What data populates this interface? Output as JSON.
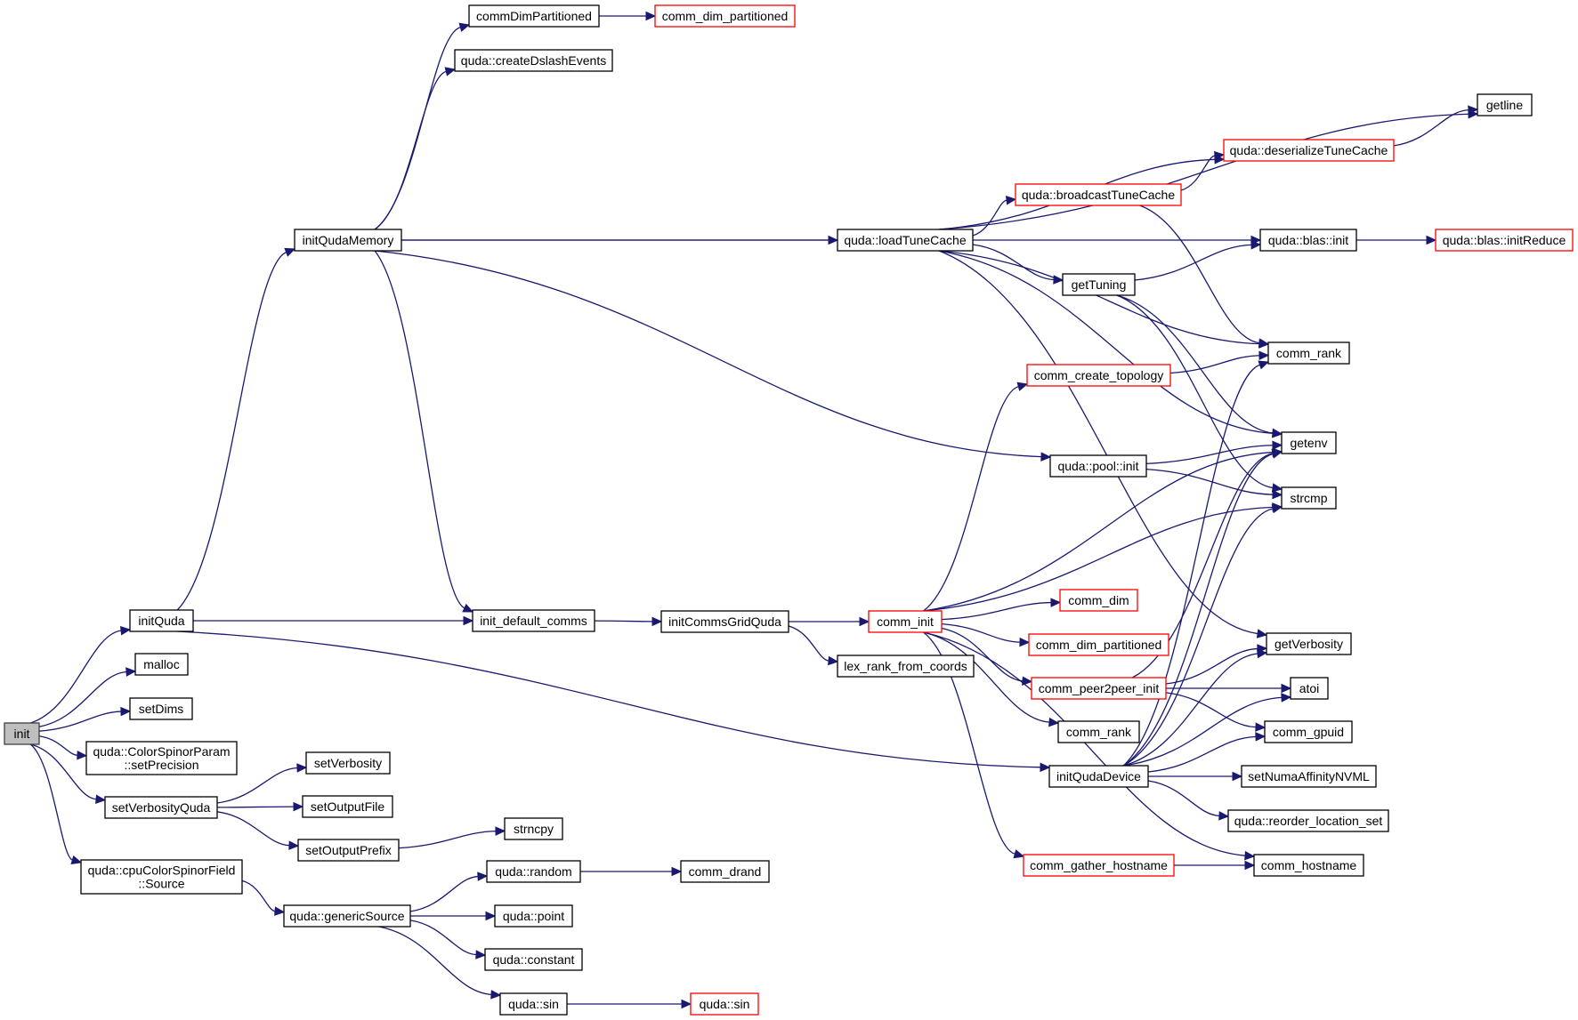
{
  "diagram": {
    "title": "init call graph",
    "colors": {
      "edge": "#191970",
      "root_fill": "#bfbfbf",
      "external_border": "#ff0000",
      "node_border": "#000000"
    },
    "nodes": [
      {
        "id": "init",
        "label": [
          "init"
        ],
        "kind": "root"
      },
      {
        "id": "initQuda",
        "label": [
          "initQuda"
        ],
        "kind": "normal"
      },
      {
        "id": "malloc",
        "label": [
          "malloc"
        ],
        "kind": "normal"
      },
      {
        "id": "setDims",
        "label": [
          "setDims"
        ],
        "kind": "normal"
      },
      {
        "id": "setPrecision",
        "label": [
          "quda::ColorSpinorParam",
          "::setPrecision"
        ],
        "kind": "normal"
      },
      {
        "id": "setVerbosityQuda",
        "label": [
          "setVerbosityQuda"
        ],
        "kind": "normal"
      },
      {
        "id": "cpuSource",
        "label": [
          "quda::cpuColorSpinorField",
          "::Source"
        ],
        "kind": "normal"
      },
      {
        "id": "initQudaMemory",
        "label": [
          "initQudaMemory"
        ],
        "kind": "normal"
      },
      {
        "id": "commDimPartitioned",
        "label": [
          "commDimPartitioned"
        ],
        "kind": "normal"
      },
      {
        "id": "comm_dim_partitioned_top",
        "label": [
          "comm_dim_partitioned"
        ],
        "kind": "external"
      },
      {
        "id": "createDslashEvents",
        "label": [
          "quda::createDslashEvents"
        ],
        "kind": "normal"
      },
      {
        "id": "loadTuneCache",
        "label": [
          "quda::loadTuneCache"
        ],
        "kind": "normal"
      },
      {
        "id": "getline",
        "label": [
          "getline"
        ],
        "kind": "normal"
      },
      {
        "id": "deserializeTuneCache",
        "label": [
          "quda::deserializeTuneCache"
        ],
        "kind": "external"
      },
      {
        "id": "broadcastTuneCache",
        "label": [
          "quda::broadcastTuneCache"
        ],
        "kind": "external"
      },
      {
        "id": "blasInit",
        "label": [
          "quda::blas::init"
        ],
        "kind": "normal"
      },
      {
        "id": "initReduce",
        "label": [
          "quda::blas::initReduce"
        ],
        "kind": "external"
      },
      {
        "id": "getTuning",
        "label": [
          "getTuning"
        ],
        "kind": "normal"
      },
      {
        "id": "comm_rank_top",
        "label": [
          "comm_rank"
        ],
        "kind": "normal"
      },
      {
        "id": "comm_create_topology",
        "label": [
          "comm_create_topology"
        ],
        "kind": "external"
      },
      {
        "id": "getenv",
        "label": [
          "getenv"
        ],
        "kind": "normal"
      },
      {
        "id": "poolInit",
        "label": [
          "quda::pool::init"
        ],
        "kind": "normal"
      },
      {
        "id": "strcmp",
        "label": [
          "strcmp"
        ],
        "kind": "normal"
      },
      {
        "id": "init_default_comms",
        "label": [
          "init_default_comms"
        ],
        "kind": "normal"
      },
      {
        "id": "initCommsGridQuda",
        "label": [
          "initCommsGridQuda"
        ],
        "kind": "normal"
      },
      {
        "id": "comm_init",
        "label": [
          "comm_init"
        ],
        "kind": "external"
      },
      {
        "id": "lex_rank_from_coords",
        "label": [
          "lex_rank_from_coords"
        ],
        "kind": "normal"
      },
      {
        "id": "comm_dim",
        "label": [
          "comm_dim"
        ],
        "kind": "external"
      },
      {
        "id": "comm_dim_partitioned_mid",
        "label": [
          "comm_dim_partitioned"
        ],
        "kind": "external"
      },
      {
        "id": "getVerbosity",
        "label": [
          "getVerbosity"
        ],
        "kind": "normal"
      },
      {
        "id": "comm_peer2peer_init",
        "label": [
          "comm_peer2peer_init"
        ],
        "kind": "external"
      },
      {
        "id": "atoi",
        "label": [
          "atoi"
        ],
        "kind": "normal"
      },
      {
        "id": "comm_rank_mid",
        "label": [
          "comm_rank"
        ],
        "kind": "normal"
      },
      {
        "id": "comm_gpuid",
        "label": [
          "comm_gpuid"
        ],
        "kind": "normal"
      },
      {
        "id": "initQudaDevice",
        "label": [
          "initQudaDevice"
        ],
        "kind": "normal"
      },
      {
        "id": "setNumaAffinityNVML",
        "label": [
          "setNumaAffinityNVML"
        ],
        "kind": "normal"
      },
      {
        "id": "reorder_location_set",
        "label": [
          "quda::reorder_location_set"
        ],
        "kind": "normal"
      },
      {
        "id": "comm_gather_hostname",
        "label": [
          "comm_gather_hostname"
        ],
        "kind": "external"
      },
      {
        "id": "comm_hostname",
        "label": [
          "comm_hostname"
        ],
        "kind": "normal"
      },
      {
        "id": "setVerbosity",
        "label": [
          "setVerbosity"
        ],
        "kind": "normal"
      },
      {
        "id": "setOutputFile",
        "label": [
          "setOutputFile"
        ],
        "kind": "normal"
      },
      {
        "id": "setOutputPrefix",
        "label": [
          "setOutputPrefix"
        ],
        "kind": "normal"
      },
      {
        "id": "strncpy",
        "label": [
          "strncpy"
        ],
        "kind": "normal"
      },
      {
        "id": "genericSource",
        "label": [
          "quda::genericSource"
        ],
        "kind": "normal"
      },
      {
        "id": "random",
        "label": [
          "quda::random"
        ],
        "kind": "normal"
      },
      {
        "id": "comm_drand",
        "label": [
          "comm_drand"
        ],
        "kind": "normal"
      },
      {
        "id": "point",
        "label": [
          "quda::point"
        ],
        "kind": "normal"
      },
      {
        "id": "constant",
        "label": [
          "quda::constant"
        ],
        "kind": "normal"
      },
      {
        "id": "sin",
        "label": [
          "quda::sin"
        ],
        "kind": "normal"
      },
      {
        "id": "sin_ext",
        "label": [
          "quda::sin"
        ],
        "kind": "external"
      }
    ],
    "edges": [
      [
        "init",
        "initQuda"
      ],
      [
        "init",
        "malloc"
      ],
      [
        "init",
        "setDims"
      ],
      [
        "init",
        "setPrecision"
      ],
      [
        "init",
        "setVerbosityQuda"
      ],
      [
        "init",
        "cpuSource"
      ],
      [
        "initQuda",
        "initQudaMemory"
      ],
      [
        "initQuda",
        "init_default_comms"
      ],
      [
        "initQuda",
        "initQudaDevice"
      ],
      [
        "initQudaMemory",
        "commDimPartitioned"
      ],
      [
        "initQudaMemory",
        "createDslashEvents"
      ],
      [
        "initQudaMemory",
        "blasInit"
      ],
      [
        "initQudaMemory",
        "loadTuneCache"
      ],
      [
        "initQudaMemory",
        "poolInit"
      ],
      [
        "initQudaMemory",
        "init_default_comms"
      ],
      [
        "commDimPartitioned",
        "comm_dim_partitioned_top"
      ],
      [
        "loadTuneCache",
        "getline"
      ],
      [
        "loadTuneCache",
        "deserializeTuneCache"
      ],
      [
        "loadTuneCache",
        "broadcastTuneCache"
      ],
      [
        "loadTuneCache",
        "getTuning"
      ],
      [
        "loadTuneCache",
        "comm_rank_top"
      ],
      [
        "loadTuneCache",
        "getenv"
      ],
      [
        "loadTuneCache",
        "getVerbosity"
      ],
      [
        "deserializeTuneCache",
        "getline"
      ],
      [
        "broadcastTuneCache",
        "deserializeTuneCache"
      ],
      [
        "broadcastTuneCache",
        "comm_rank_top"
      ],
      [
        "blasInit",
        "initReduce"
      ],
      [
        "getTuning",
        "blasInit"
      ],
      [
        "getTuning",
        "getenv"
      ],
      [
        "getTuning",
        "strcmp"
      ],
      [
        "comm_create_topology",
        "comm_rank_top"
      ],
      [
        "poolInit",
        "getenv"
      ],
      [
        "poolInit",
        "strcmp"
      ],
      [
        "init_default_comms",
        "initCommsGridQuda"
      ],
      [
        "initCommsGridQuda",
        "comm_init"
      ],
      [
        "initCommsGridQuda",
        "lex_rank_from_coords"
      ],
      [
        "comm_init",
        "comm_create_topology"
      ],
      [
        "comm_init",
        "getenv"
      ],
      [
        "comm_init",
        "strcmp"
      ],
      [
        "comm_init",
        "comm_dim"
      ],
      [
        "comm_init",
        "comm_dim_partitioned_mid"
      ],
      [
        "comm_init",
        "comm_peer2peer_init"
      ],
      [
        "comm_init",
        "comm_rank_mid"
      ],
      [
        "comm_init",
        "comm_gather_hostname"
      ],
      [
        "comm_init",
        "comm_hostname"
      ],
      [
        "comm_peer2peer_init",
        "getenv"
      ],
      [
        "comm_peer2peer_init",
        "getVerbosity"
      ],
      [
        "comm_peer2peer_init",
        "atoi"
      ],
      [
        "comm_peer2peer_init",
        "comm_gpuid"
      ],
      [
        "initQudaDevice",
        "comm_rank_top"
      ],
      [
        "initQudaDevice",
        "getenv"
      ],
      [
        "initQudaDevice",
        "strcmp"
      ],
      [
        "initQudaDevice",
        "getVerbosity"
      ],
      [
        "initQudaDevice",
        "atoi"
      ],
      [
        "initQudaDevice",
        "comm_gpuid"
      ],
      [
        "initQudaDevice",
        "setNumaAffinityNVML"
      ],
      [
        "initQudaDevice",
        "reorder_location_set"
      ],
      [
        "comm_gather_hostname",
        "comm_hostname"
      ],
      [
        "setVerbosityQuda",
        "setVerbosity"
      ],
      [
        "setVerbosityQuda",
        "setOutputFile"
      ],
      [
        "setVerbosityQuda",
        "setOutputPrefix"
      ],
      [
        "setOutputPrefix",
        "strncpy"
      ],
      [
        "cpuSource",
        "genericSource"
      ],
      [
        "genericSource",
        "random"
      ],
      [
        "genericSource",
        "point"
      ],
      [
        "genericSource",
        "constant"
      ],
      [
        "genericSource",
        "sin"
      ],
      [
        "random",
        "comm_drand"
      ],
      [
        "sin",
        "sin_ext"
      ]
    ]
  }
}
